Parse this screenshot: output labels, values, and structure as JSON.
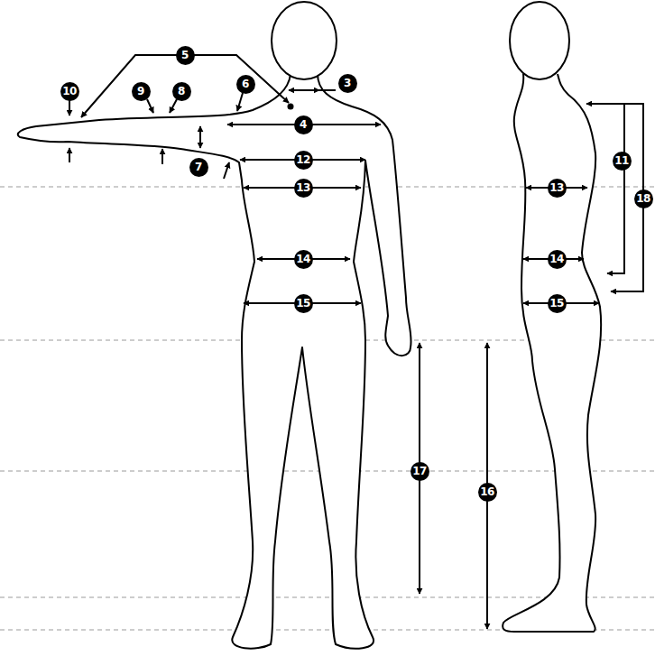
{
  "diagram": {
    "labels": [
      "5",
      "10",
      "9",
      "8",
      "6",
      "3",
      "4",
      "12",
      "7",
      "13",
      "14",
      "15",
      "13",
      "11",
      "18",
      "14",
      "15",
      "17",
      "16"
    ]
  }
}
